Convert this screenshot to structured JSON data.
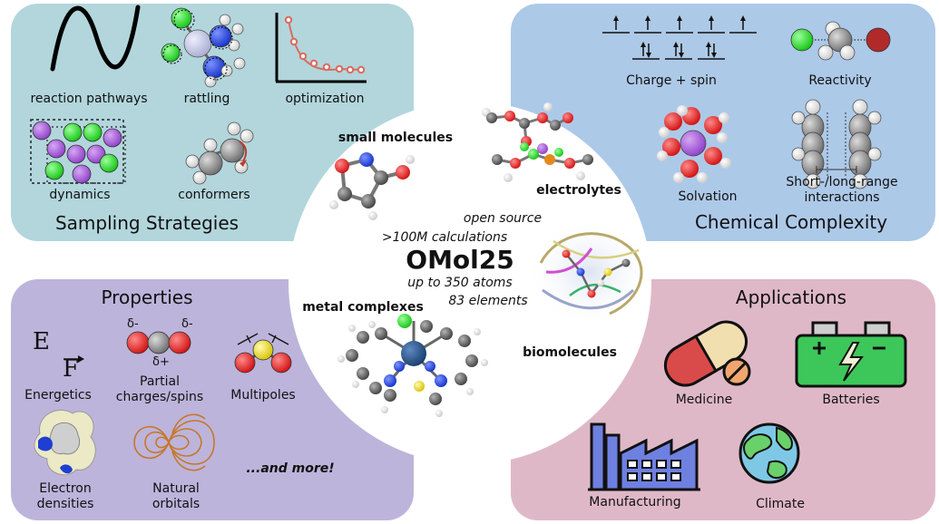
{
  "center": {
    "brand": "OMol25",
    "stats": [
      "open source",
      ">100M calculations",
      "up to 350 atoms",
      "83 elements"
    ],
    "categories": {
      "small_molecules": "small molecules",
      "electrolytes": "electrolytes",
      "metal_complexes": "metal complexes",
      "biomolecules": "biomolecules"
    }
  },
  "sampling": {
    "title": "Sampling Strategies",
    "items": {
      "reaction_pathways": "reaction pathways",
      "rattling": "rattling",
      "optimization": "optimization",
      "dynamics": "dynamics",
      "conformers": "conformers"
    }
  },
  "chemical": {
    "title": "Chemical Complexity",
    "items": {
      "charge_spin": "Charge + spin",
      "reactivity": "Reactivity",
      "solvation": "Solvation",
      "interactions_1": "Short-/long-range",
      "interactions_2": "interactions"
    }
  },
  "properties": {
    "title": "Properties",
    "items": {
      "energetics": "Energetics",
      "partial_1": "Partial",
      "partial_2": "charges/spins",
      "multipoles": "Multipoles",
      "densities_1": "Electron",
      "densities_2": "densities",
      "orbitals_1": "Natural",
      "orbitals_2": "orbitals",
      "more": "...and more!"
    },
    "symbols": {
      "energy": "E",
      "force": "F",
      "delta_minus": "δ-",
      "delta_plus": "δ+"
    }
  },
  "applications": {
    "title": "Applications",
    "items": {
      "medicine": "Medicine",
      "batteries": "Batteries",
      "manufacturing": "Manufacturing",
      "climate": "Climate"
    }
  },
  "colors": {
    "sampling": "#b2d6dc",
    "chemical": "#adc9e8",
    "properties": "#bdb4db",
    "applications": "#dfb8c7",
    "atom_red": "#e51a1a",
    "atom_green": "#22dd22",
    "atom_purple": "#a64fd8",
    "atom_blue": "#1c3fe0",
    "atom_grey": "#888888",
    "atom_yellow": "#f2e20f",
    "battery_green": "#33cc55",
    "orbital_orange": "#c6772a"
  }
}
